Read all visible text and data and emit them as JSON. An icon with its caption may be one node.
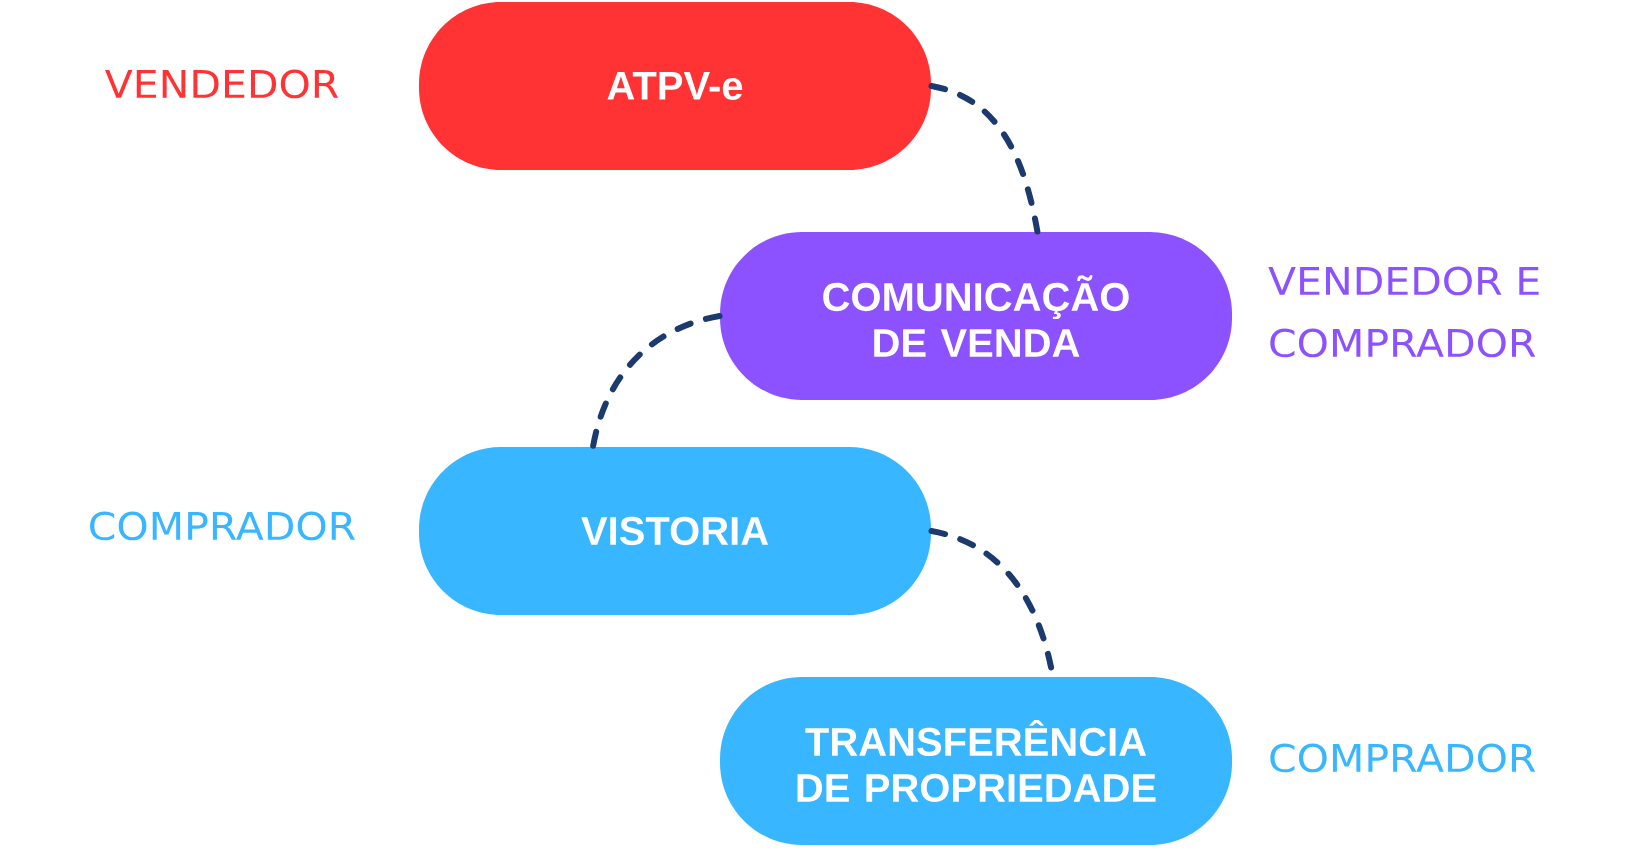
{
  "diagram": {
    "nodes": [
      {
        "text": [
          "ATPV-e"
        ],
        "beside": [
          "VENDEDOR"
        ]
      },
      {
        "text": [
          "COMUNICAÇÃO DE VENDA"
        ],
        "beside": [
          "VENDEDOR E COMPRADOR"
        ]
      },
      {
        "text": [
          "VISTORIA"
        ],
        "beside": [
          "COMPRADOR"
        ]
      },
      {
        "text": [
          "TRANSFERÊNCIA DE PROPRIEDADE"
        ],
        "beside": [
          "COMPRADOR"
        ]
      }
    ],
    "edges": [
      {
        "from": 0,
        "to": 1,
        "arrow": "none",
        "style": "dashed"
      },
      {
        "from": 1,
        "to": 2,
        "arrow": "none",
        "style": "dashed"
      },
      {
        "from": 2,
        "to": 3,
        "arrow": "none",
        "style": "dashed"
      }
    ]
  }
}
